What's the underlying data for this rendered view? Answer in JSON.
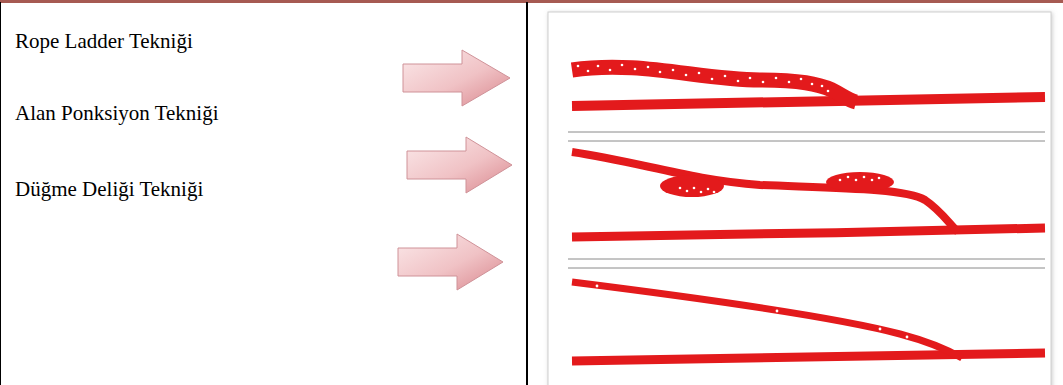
{
  "diagram": {
    "labels": [
      "Rope Ladder Tekniği",
      "Alan Ponksiyon Tekniği",
      "Düğme Deliği Tekniği"
    ]
  }
}
